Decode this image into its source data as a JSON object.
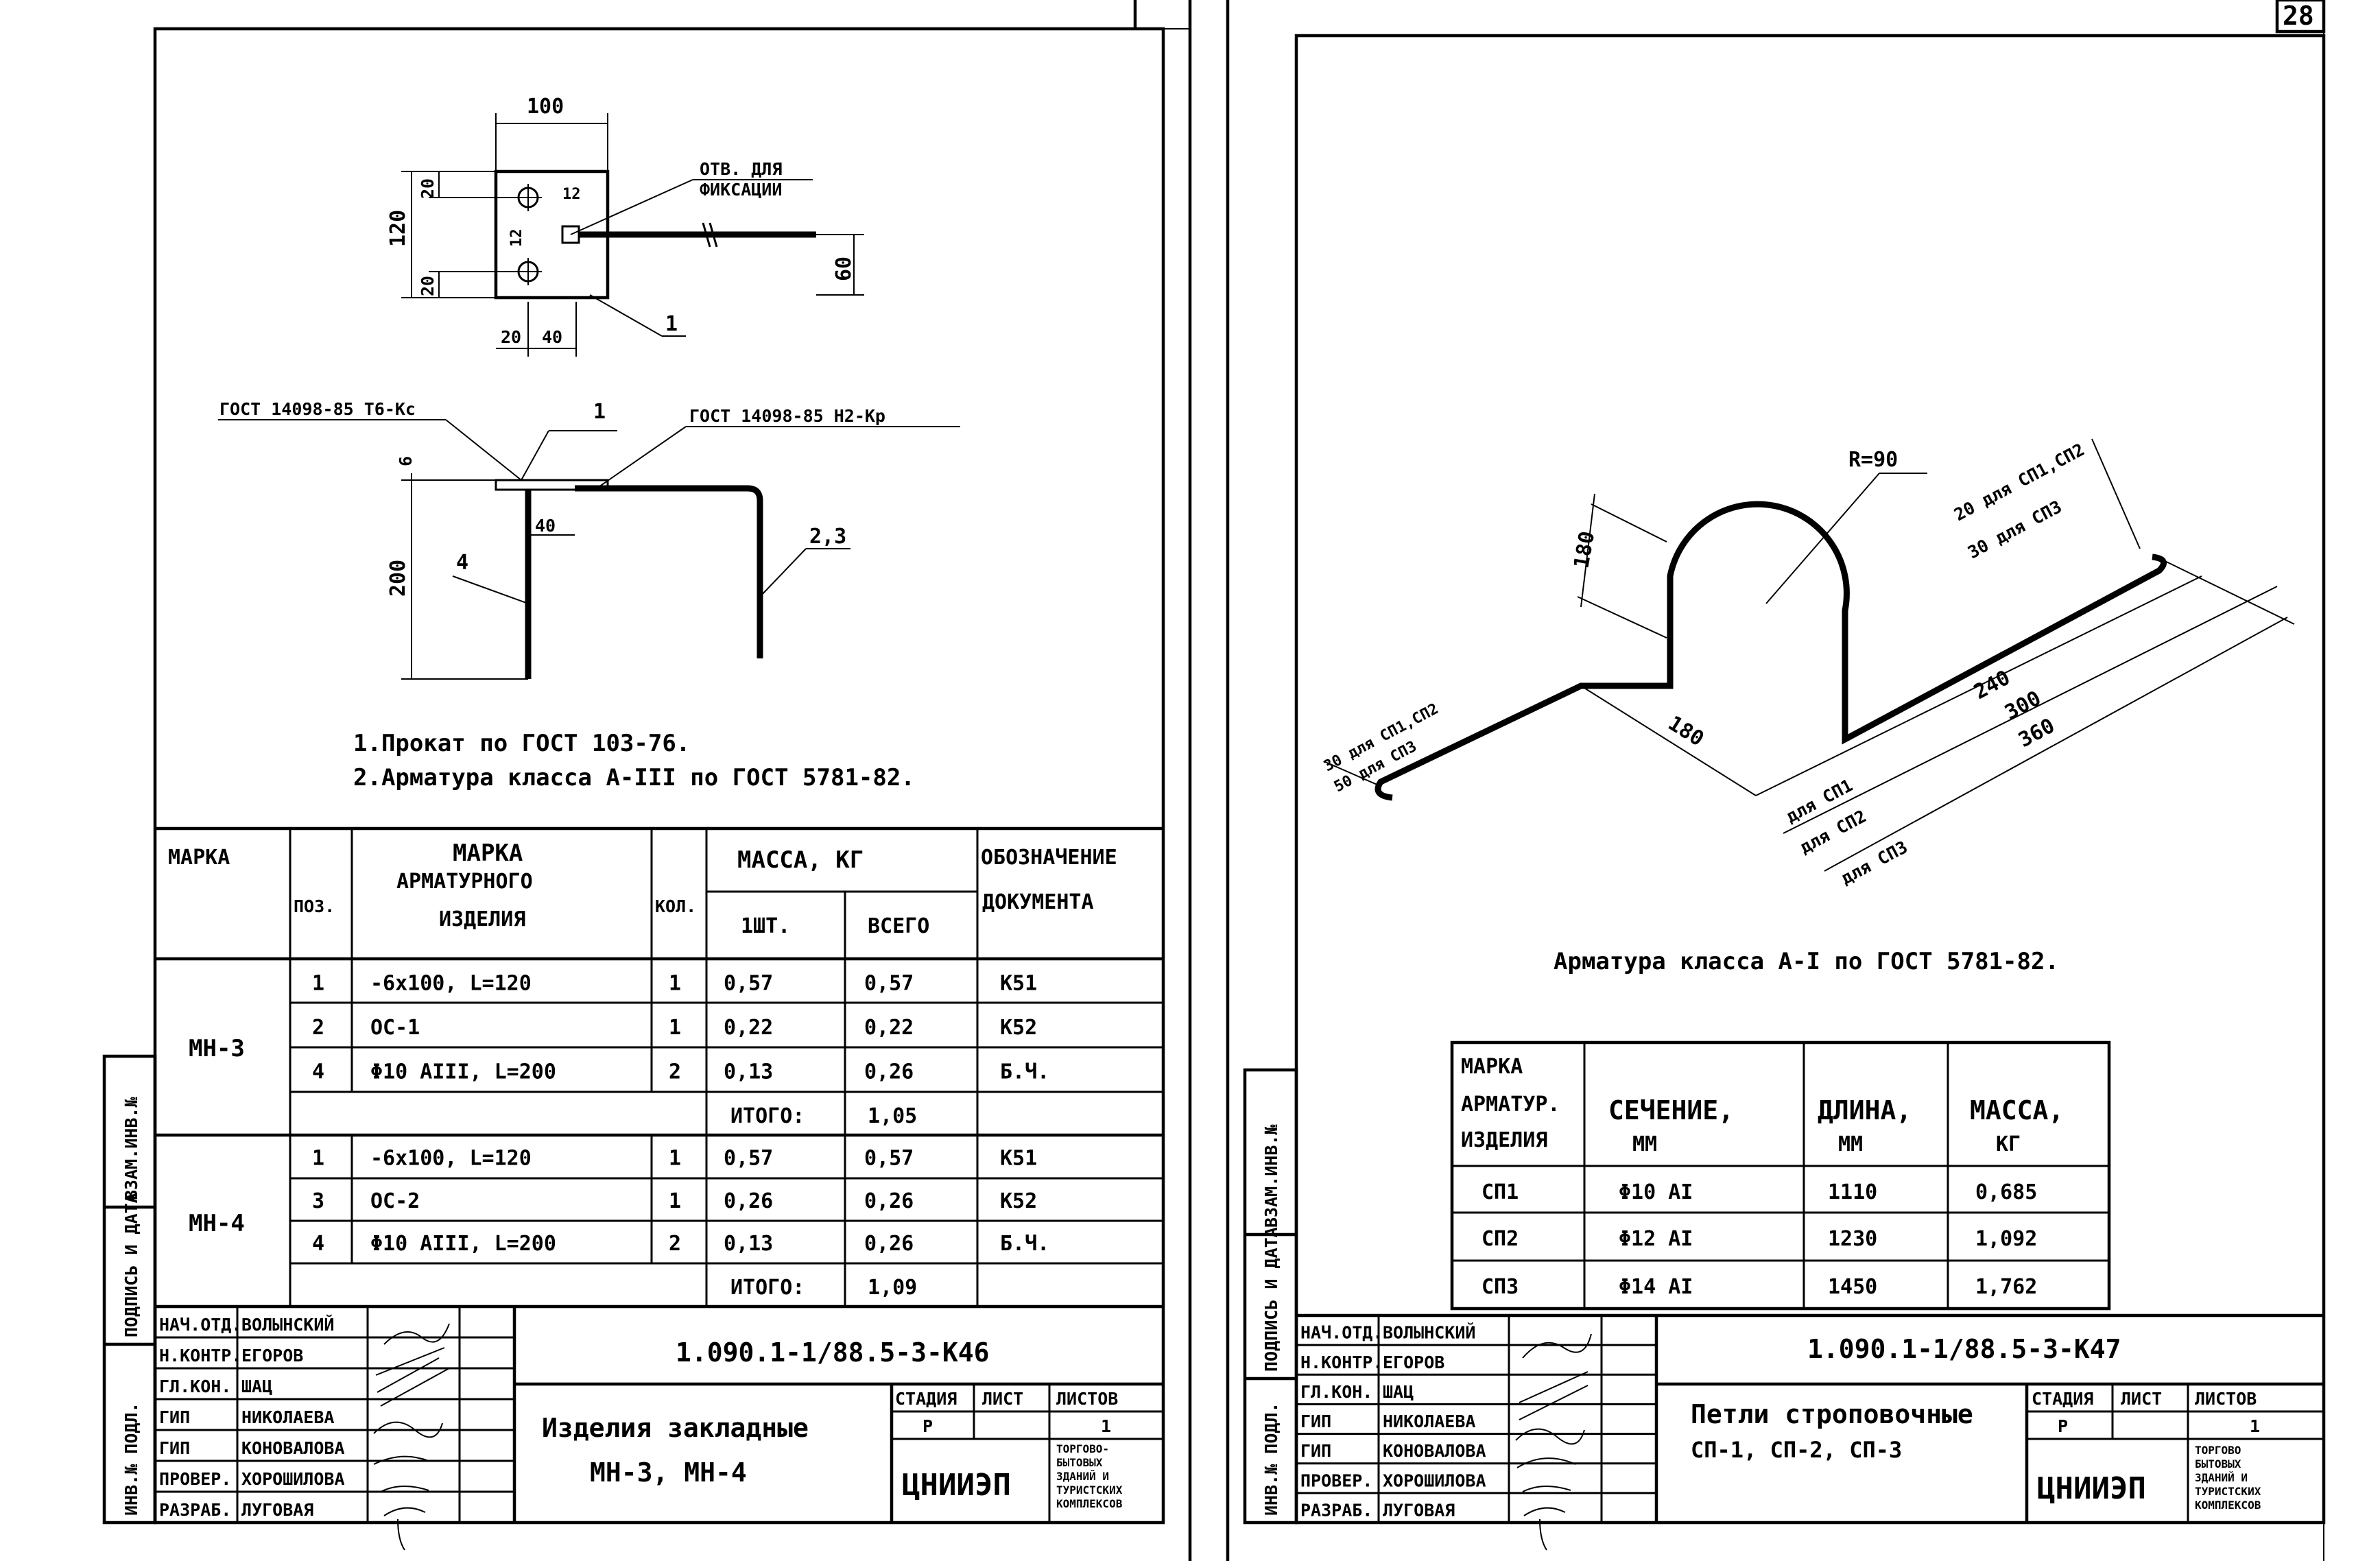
{
  "page_number": "28",
  "left_sheet": {
    "plate": {
      "dim_width": "100",
      "dim_height": "120",
      "dim_top_offset": "20",
      "dim_bottom_offset": "20",
      "dim_left": "20",
      "dim_right": "40",
      "dim_hole": "12",
      "dim_hole_v": "12",
      "dim_bar_offset": "60",
      "hole_note_l1": "ОТВ. ДЛЯ",
      "hole_note_l2": "ФИКСАЦИИ",
      "callout_1": "1"
    },
    "section": {
      "gost_left": "ГОСТ 14098-85 Т6-Кс",
      "gost_right": "ГОСТ 14098-85 Н2-Кр",
      "callout_1": "1",
      "callout_4": "4",
      "callout_23": "2,3",
      "dim_6": "6",
      "dim_40": "40",
      "dim_200": "200"
    },
    "notes": [
      "1.Прокат по ГОСТ 103-76.",
      "2.Арматура класса А-III по ГОСТ 5781-82."
    ],
    "table": {
      "headers": {
        "mark": "МАРКА",
        "pos": "ПОЗ.",
        "item_l1": "МАРКА",
        "item_l2": "АРМАТУРНОГО",
        "item_l3": "ИЗДЕЛИЯ",
        "qty": "КОЛ.",
        "mass": "МАССА, КГ",
        "mass_one": "1ШТ.",
        "mass_all": "ВСЕГО",
        "doc_l1": "ОБОЗНАЧЕНИЕ",
        "doc_l2": "ДОКУМЕНТА"
      },
      "groups": [
        {
          "mark": "МН-3",
          "rows": [
            {
              "pos": "1",
              "item": "-6x100, L=120",
              "qty": "1",
              "one": "0,57",
              "all": "0,57",
              "doc": "К51"
            },
            {
              "pos": "2",
              "item": "ОС-1",
              "qty": "1",
              "one": "0,22",
              "all": "0,22",
              "doc": "К52"
            },
            {
              "pos": "4",
              "item": "Φ10 АIII, L=200",
              "qty": "2",
              "one": "0,13",
              "all": "0,26",
              "doc": "Б.Ч."
            }
          ],
          "total_label": "ИТОГО:",
          "total": "1,05"
        },
        {
          "mark": "МН-4",
          "rows": [
            {
              "pos": "1",
              "item": "-6x100, L=120",
              "qty": "1",
              "one": "0,57",
              "all": "0,57",
              "doc": "К51"
            },
            {
              "pos": "3",
              "item": "ОС-2",
              "qty": "1",
              "one": "0,26",
              "all": "0,26",
              "doc": "К52"
            },
            {
              "pos": "4",
              "item": "Φ10 АIII, L=200",
              "qty": "2",
              "one": "0,13",
              "all": "0,26",
              "doc": "Б.Ч."
            }
          ],
          "total_label": "ИТОГО:",
          "total": "1,09"
        }
      ]
    },
    "stamp": {
      "code": "1.090.1-1/88.5-3-К46",
      "title_l1": "Изделия закладные",
      "title_l2": "МН-3, МН-4",
      "stage_label": "СТАДИЯ",
      "sheet_label": "ЛИСТ",
      "sheets_label": "ЛИСТОВ",
      "stage": "Р",
      "sheet": "1",
      "org": "ЦНИИЭП",
      "org_note": [
        "ТОРГОВО-",
        "БЫТОВЫХ",
        "ЗДАНИЙ И",
        "ТУРИСТСКИХ",
        "КОМПЛЕКСОВ"
      ],
      "people": [
        {
          "role": "НАЧ.ОТД.",
          "name": "ВОЛЫНСКИЙ"
        },
        {
          "role": "Н.КОНТР.",
          "name": "ЕГОРОВ"
        },
        {
          "role": "ГЛ.КОН.",
          "name": "ШАЦ"
        },
        {
          "role": "ГИП",
          "name": "НИКОЛАЕВА"
        },
        {
          "role": "ГИП",
          "name": "КОНОВАЛОВА"
        },
        {
          "role": "ПРОВЕР.",
          "name": "ХОРОШИЛОВА"
        },
        {
          "role": "РАЗРАБ.",
          "name": "ЛУГОВАЯ"
        }
      ]
    },
    "margin_labels": [
      "ИНВ.№ ПОДЛ.",
      "ПОДПИСЬ И ДАТА",
      "ВЗАМ.ИНВ.№"
    ]
  },
  "right_sheet": {
    "loop": {
      "radius": "R=90",
      "dim_180_height": "180",
      "dim_180_leg": "180",
      "note_top_l1": "20 для СП1,СП2",
      "note_top_l2": "30 для СП3",
      "note_left_l1": "30 для СП1,СП2",
      "note_left_l2": "50 для СП3",
      "dim_240": "240",
      "dim_300": "300",
      "dim_360": "360",
      "for_sp1": "для СП1",
      "for_sp2": "для СП2",
      "for_sp3": "для СП3"
    },
    "note": "Арматура класса А-I по ГОСТ 5781-82.",
    "table": {
      "headers": {
        "mark_l1": "МАРКА",
        "mark_l2": "АРМАТУР.",
        "mark_l3": "ИЗДЕЛИЯ",
        "section_l1": "СЕЧЕНИЕ,",
        "section_l2": "ММ",
        "length_l1": "ДЛИНА,",
        "length_l2": "ММ",
        "mass_l1": "МАССА,",
        "mass_l2": "КГ"
      },
      "rows": [
        {
          "mark": "СП1",
          "section": "Φ10 АI",
          "length": "1110",
          "mass": "0,685"
        },
        {
          "mark": "СП2",
          "section": "Φ12 АI",
          "length": "1230",
          "mass": "1,092"
        },
        {
          "mark": "СП3",
          "section": "Φ14 АI",
          "length": "1450",
          "mass": "1,762"
        }
      ]
    },
    "stamp": {
      "code": "1.090.1-1/88.5-3-К47",
      "title_l1": "Петли строповочные",
      "title_l2": "СП-1, СП-2, СП-3",
      "stage_label": "СТАДИЯ",
      "sheet_label": "ЛИСТ",
      "sheets_label": "ЛИСТОВ",
      "stage": "Р",
      "sheet": "1",
      "org": "ЦНИИЭП",
      "org_note": [
        "ТОРГОВО",
        "БЫТОВЫХ",
        "ЗДАНИЙ И",
        "ТУРИСТСКИХ",
        "КОМПЛЕКСОВ"
      ],
      "people": [
        {
          "role": "НАЧ.ОТД.",
          "name": "ВОЛЫНСКИЙ"
        },
        {
          "role": "Н.КОНТР.",
          "name": "ЕГОРОВ"
        },
        {
          "role": "ГЛ.КОН.",
          "name": "ШАЦ"
        },
        {
          "role": "ГИП",
          "name": "НИКОЛАЕВА"
        },
        {
          "role": "ГИП",
          "name": "КОНОВАЛОВА"
        },
        {
          "role": "ПРОВЕР.",
          "name": "ХОРОШИЛОВА"
        },
        {
          "role": "РАЗРАБ.",
          "name": "ЛУГОВАЯ"
        }
      ]
    },
    "margin_labels": [
      "ИНВ.№ ПОДЛ.",
      "ПОДПИСЬ И ДАТА",
      "ВЗАМ.ИНВ.№"
    ]
  }
}
